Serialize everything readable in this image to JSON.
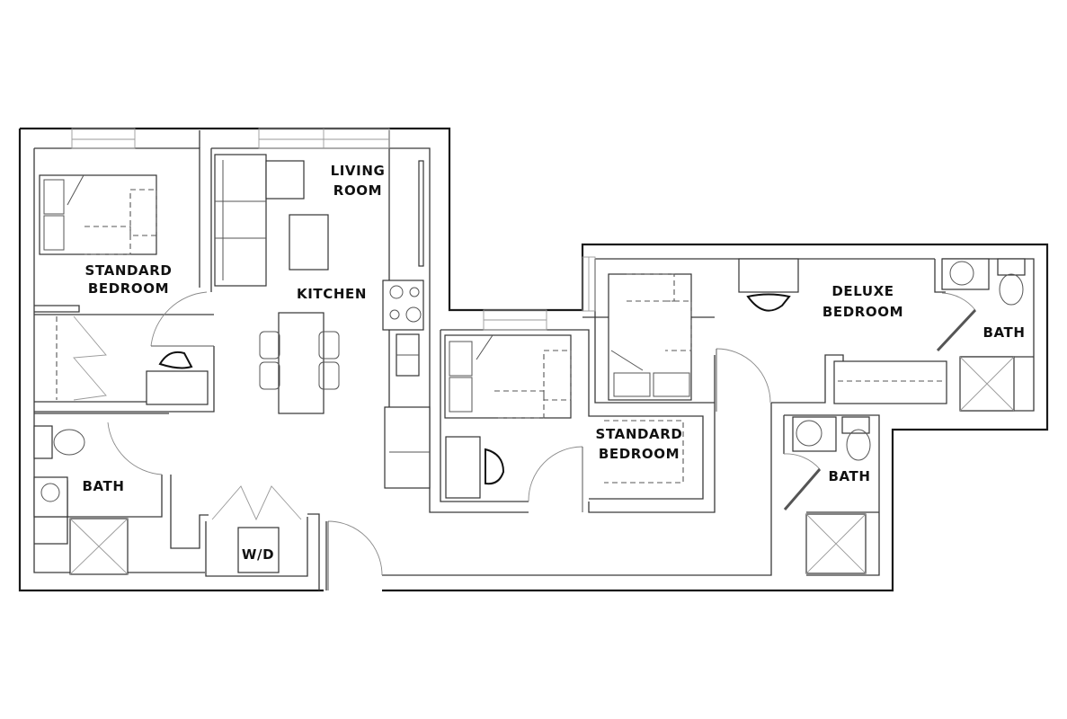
{
  "floorplan": {
    "rooms": [
      {
        "id": "standard-bedroom-1",
        "lines": [
          "STANDARD",
          "BEDROOM"
        ]
      },
      {
        "id": "living-room",
        "lines": [
          "LIVING",
          "ROOM"
        ]
      },
      {
        "id": "kitchen",
        "lines": [
          "KITCHEN"
        ]
      },
      {
        "id": "bath-1",
        "lines": [
          "BATH"
        ]
      },
      {
        "id": "laundry",
        "lines": [
          "W/D"
        ]
      },
      {
        "id": "standard-bedroom-2",
        "lines": [
          "STANDARD",
          "BEDROOM"
        ]
      },
      {
        "id": "deluxe-bedroom",
        "lines": [
          "DELUXE",
          "BEDROOM"
        ]
      },
      {
        "id": "bath-2",
        "lines": [
          "BATH"
        ]
      },
      {
        "id": "bath-3",
        "lines": [
          "BATH"
        ]
      }
    ],
    "colors": {
      "wall": "#1a1a1a",
      "background": "#ffffff",
      "fixture": "#555555"
    }
  }
}
